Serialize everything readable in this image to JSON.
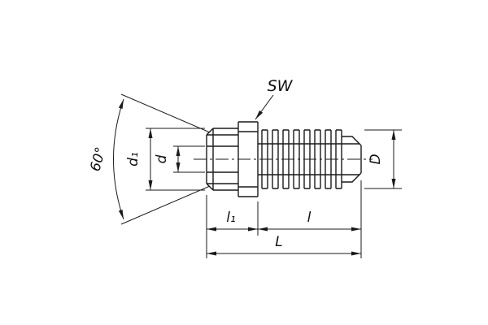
{
  "diagram": {
    "labels": {
      "sw": "SW",
      "angle": "60°",
      "d1": "d₁",
      "d": "d",
      "D": "D",
      "l1": "l₁",
      "l": "l",
      "L": "L"
    }
  },
  "colors": {
    "line": "#1a1a1a",
    "background": "#ffffff"
  }
}
